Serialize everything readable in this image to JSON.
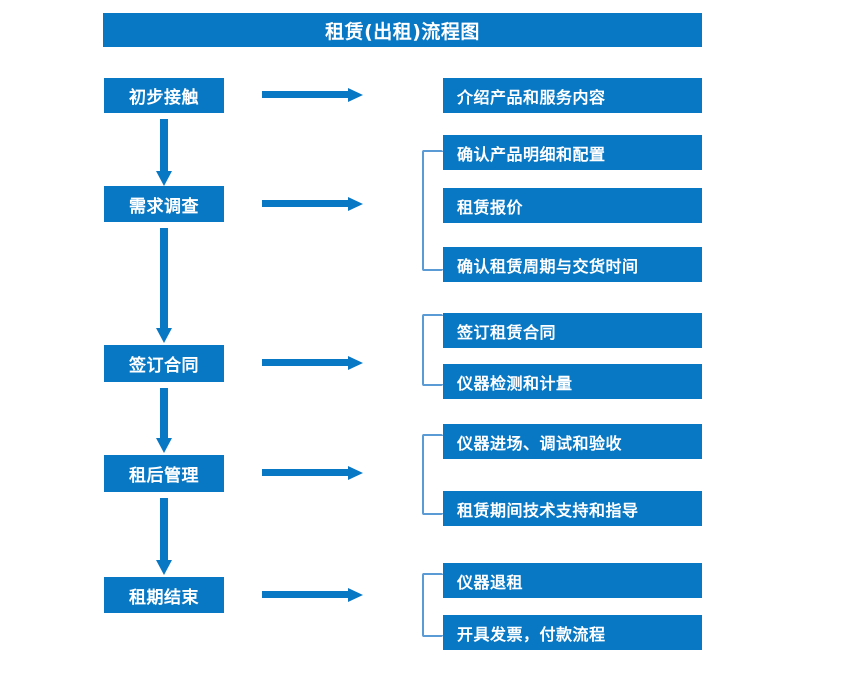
{
  "chart_data": {
    "type": "diagram",
    "title": "租赁(出租)流程图",
    "diagram_kind": "flowchart",
    "orientation": "vertical-left-stages-with-right-details",
    "accent_color": "#0878C4",
    "bracket_color": "#5B9BD5",
    "text_color": "#FFFFFF",
    "background": "#FFFFFF",
    "stages": [
      {
        "label": "初步接触",
        "details": [
          "介绍产品和服务内容"
        ]
      },
      {
        "label": "需求调查",
        "details": [
          "确认产品明细和配置",
          "租赁报价",
          "确认租赁周期与交货时间"
        ]
      },
      {
        "label": "签订合同",
        "details": [
          "签订租赁合同",
          "仪器检测和计量"
        ]
      },
      {
        "label": "租后管理",
        "details": [
          "仪器进场、调试和验收",
          "租赁期间技术支持和指导"
        ]
      },
      {
        "label": "租期结束",
        "details": [
          "仪器退租",
          "开具发票，付款流程"
        ]
      }
    ]
  },
  "header": {
    "title": "租赁(出租)流程图"
  },
  "stages": [
    {
      "label": "初步接触"
    },
    {
      "label": "需求调查"
    },
    {
      "label": "签订合同"
    },
    {
      "label": "租后管理"
    },
    {
      "label": "租期结束"
    }
  ],
  "details": [
    {
      "label": "介绍产品和服务内容"
    },
    {
      "label": "确认产品明细和配置"
    },
    {
      "label": "租赁报价"
    },
    {
      "label": "确认租赁周期与交货时间"
    },
    {
      "label": "签订租赁合同"
    },
    {
      "label": "仪器检测和计量"
    },
    {
      "label": "仪器进场、调试和验收"
    },
    {
      "label": "租赁期间技术支持和指导"
    },
    {
      "label": "仪器退租"
    },
    {
      "label": "开具发票，付款流程"
    }
  ],
  "connectors": {
    "horizontal_arrow_icon": "arrow-right-icon",
    "vertical_arrow_icon": "arrow-down-icon",
    "bracket_icon": "left-bracket-icon"
  }
}
